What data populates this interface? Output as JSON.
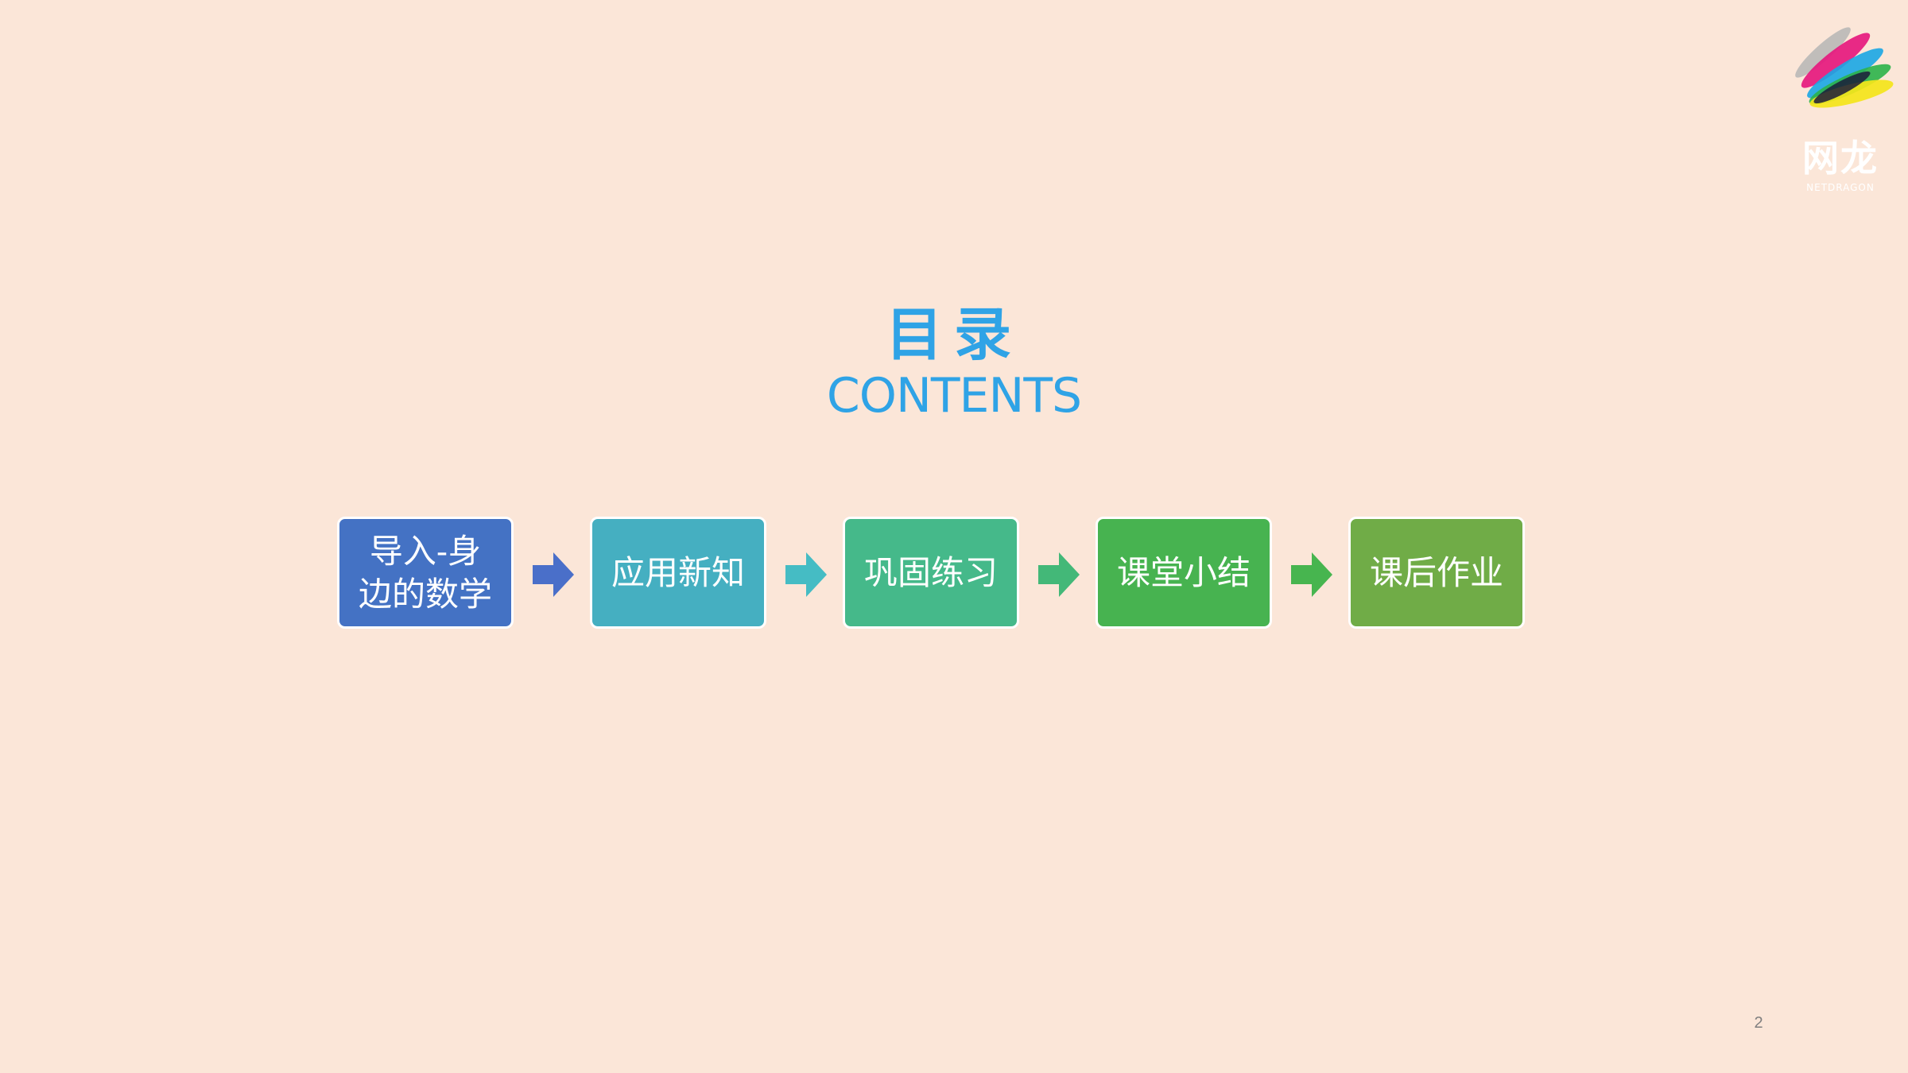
{
  "logo": {
    "name_cn": "网龙",
    "name_en": "NETDRAGON"
  },
  "title": {
    "chinese": "目录",
    "english": "CONTENTS"
  },
  "steps": [
    {
      "label": "导入-身\n边的数学",
      "color": "#4472c4"
    },
    {
      "label": "应用新知",
      "color": "#45afc1"
    },
    {
      "label": "巩固练习",
      "color": "#45b98a"
    },
    {
      "label": "课堂小结",
      "color": "#47b350"
    },
    {
      "label": "课后作业",
      "color": "#70ac47"
    }
  ],
  "arrow_colors": [
    "#4a6fc9",
    "#45bcc4",
    "#43b878",
    "#47b54f"
  ],
  "page_number": "2"
}
